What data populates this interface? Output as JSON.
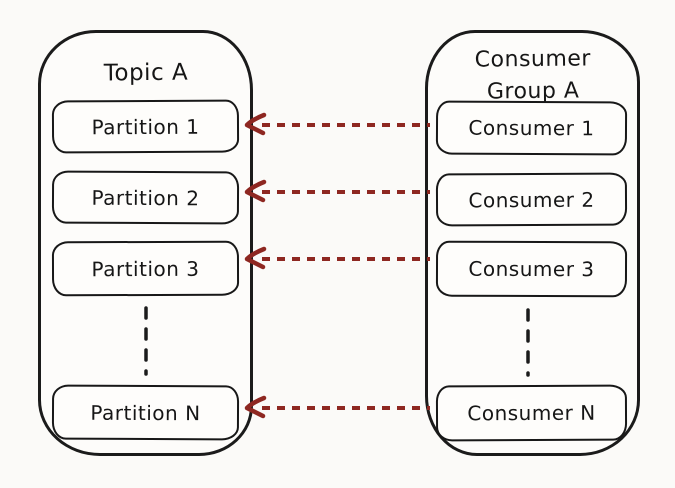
{
  "diagram": {
    "topic": {
      "title": "Topic A",
      "partitions": [
        "Partition 1",
        "Partition 2",
        "Partition 3",
        "Partition N"
      ]
    },
    "consumer_group": {
      "title": "Consumer Group A",
      "consumers": [
        "Consumer 1",
        "Consumer 2",
        "Consumer 3",
        "Consumer N"
      ]
    },
    "relations": [
      {
        "from": "Consumer 1",
        "to": "Partition 1"
      },
      {
        "from": "Consumer 2",
        "to": "Partition 2"
      },
      {
        "from": "Consumer 3",
        "to": "Partition 3"
      },
      {
        "from": "Consumer N",
        "to": "Partition N"
      }
    ],
    "colors": {
      "arrow": "#8e2721",
      "stroke": "#1b1b1b"
    }
  }
}
